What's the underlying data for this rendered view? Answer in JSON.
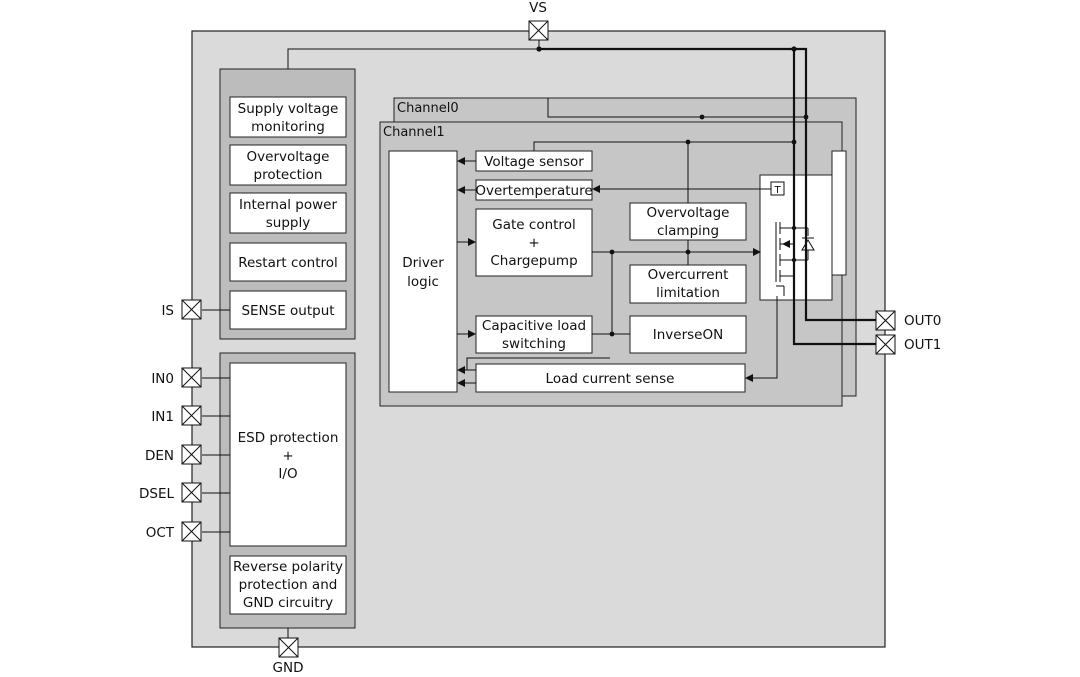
{
  "pins": {
    "vs": "VS",
    "gnd": "GND",
    "is": "IS",
    "in0": "IN0",
    "in1": "IN1",
    "den": "DEN",
    "dsel": "DSEL",
    "oct": "OCT",
    "out0": "OUT0",
    "out1": "OUT1"
  },
  "left_blocks": {
    "supply_l1": "Supply voltage",
    "supply_l2": "monitoring",
    "overvolt_l1": "Overvoltage",
    "overvolt_l2": "protection",
    "internal_l1": "Internal power",
    "internal_l2": "supply",
    "restart": "Restart control",
    "sense": "SENSE output",
    "esd_l1": "ESD protection",
    "esd_l2": "+",
    "esd_l3": "I/O",
    "rev_l1": "Reverse polarity",
    "rev_l2": "protection and",
    "rev_l3": "GND circuitry"
  },
  "channels": {
    "ch0": "Channel0",
    "ch1": "Channel1"
  },
  "channel_blocks": {
    "driver_l1": "Driver",
    "driver_l2": "logic",
    "voltage_sensor": "Voltage sensor",
    "overtemperature": "Overtemperature",
    "gate_l1": "Gate control",
    "gate_l2": "+",
    "gate_l3": "Chargepump",
    "clamp_l1": "Overvoltage",
    "clamp_l2": "clamping",
    "overcurrent_l1": "Overcurrent",
    "overcurrent_l2": "limitation",
    "cap_l1": "Capacitive load",
    "cap_l2": "switching",
    "inverse_on": "InverseON",
    "load_sense": "Load current sense",
    "temp_sensor_mark": "T"
  },
  "colors": {
    "chip_fill": "#dadada",
    "group_fill": "#bcbcbc",
    "channel_fill": "#c6c6c6",
    "line": "#111111"
  }
}
